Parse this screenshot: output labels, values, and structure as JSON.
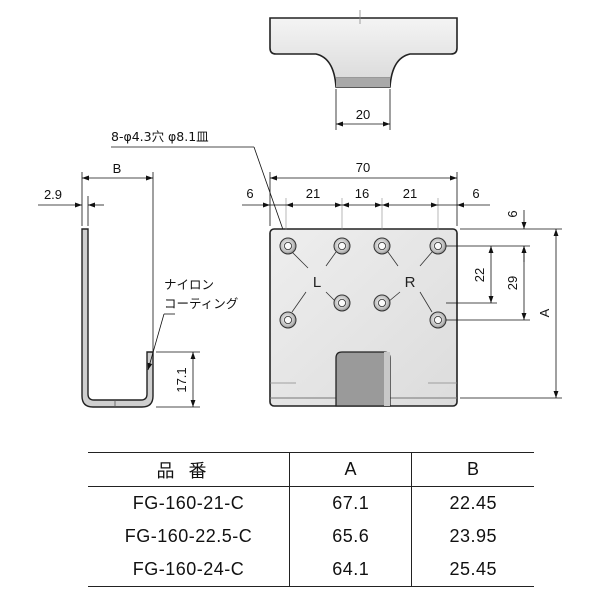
{
  "top_view": {
    "dim_width": "20"
  },
  "hole_callout": "8-φ4.3穴 φ8.1皿",
  "side_view": {
    "dim_b": "B",
    "dim_thickness": "2.9",
    "dim_lip": "17.1",
    "note_line1": "ナイロン",
    "note_line2": "コーティング"
  },
  "front_view": {
    "dim_total": "70",
    "dim_edge_left": "6",
    "dim_pitch_1": "21",
    "dim_pitch_2": "16",
    "dim_pitch_3": "21",
    "dim_edge_right": "6",
    "dim_top_edge": "6",
    "dim_v22": "22",
    "dim_v29": "29",
    "dim_a": "A",
    "label_left": "L",
    "label_right": "R"
  },
  "table": {
    "headers": [
      "品番",
      "A",
      "B"
    ],
    "rows": [
      [
        "FG-160-21-C",
        "67.1",
        "22.45"
      ],
      [
        "FG-160-22.5-C",
        "65.6",
        "23.95"
      ],
      [
        "FG-160-24-C",
        "64.1",
        "25.45"
      ]
    ]
  }
}
